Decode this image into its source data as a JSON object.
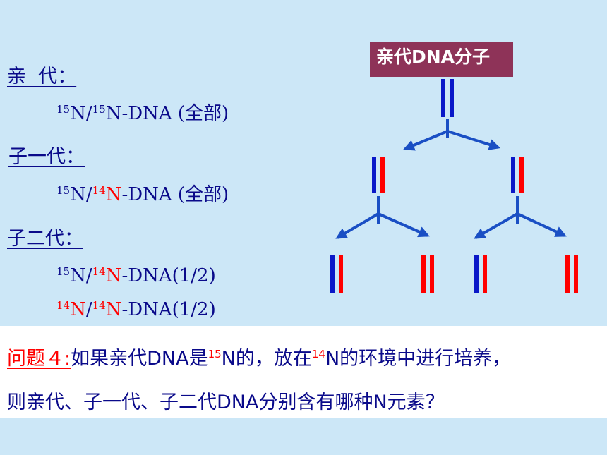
{
  "generations": {
    "parent": {
      "label": "亲  代：",
      "lines": [
        {
          "a_iso": "15",
          "a_el": "N",
          "sep": "/",
          "b_iso": "15",
          "b_el": "N",
          "rest": "-DNA (全部)"
        }
      ]
    },
    "first": {
      "label": "子一代：",
      "lines": [
        {
          "a_iso": "15",
          "a_el": "N",
          "sep": "/",
          "b_iso": "14",
          "b_el": "N",
          "rest": "-DNA (全部)"
        }
      ]
    },
    "second": {
      "label": "子二代：",
      "lines": [
        {
          "a_iso": "15",
          "a_el": "N",
          "sep": "/",
          "b_iso": "14",
          "b_el": "N",
          "rest": "-DNA(1/2)"
        },
        {
          "a_iso": "14",
          "a_el": "N",
          "sep": "/",
          "b_iso": "14",
          "b_el": "N",
          "rest": "-DNA(1/2)"
        }
      ]
    }
  },
  "diagram": {
    "parent_box_label": "亲代DNA分子",
    "colors": {
      "heavy_strand": "#0a18c8",
      "light_strand": "#ff0000",
      "arrow": "#1a4fc4",
      "box": "#8e3358"
    },
    "generations": [
      {
        "name": "parent",
        "molecules": [
          [
            "heavy",
            "heavy"
          ]
        ]
      },
      {
        "name": "first",
        "molecules": [
          [
            "heavy",
            "light"
          ],
          [
            "heavy",
            "light"
          ]
        ]
      },
      {
        "name": "second",
        "molecules": [
          [
            "heavy",
            "light"
          ],
          [
            "light",
            "light"
          ],
          [
            "heavy",
            "light"
          ],
          [
            "light",
            "light"
          ]
        ]
      }
    ]
  },
  "question": {
    "prefix": "问题４:",
    "line1_a": "如果亲代DNA是",
    "line1_iso1": "15",
    "line1_b": "N的，放在",
    "line1_iso2": "14",
    "line1_c": "N的环境中进行培养，",
    "line2": "则亲代、子一代、子二代DNA分别含有哪种N元素？"
  }
}
